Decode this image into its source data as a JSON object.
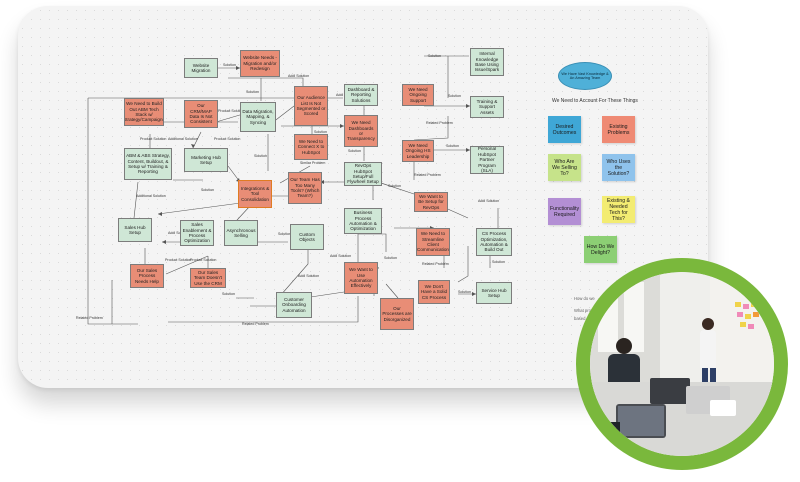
{
  "colors": {
    "green_node": "#cfe7d6",
    "red_node": "#e88d76",
    "ring": "#7ab83c",
    "cloud": "#4fb0d8"
  },
  "nodes": [
    {
      "id": "website_migration",
      "text": "Website Migration",
      "kind": "green"
    },
    {
      "id": "website_needs",
      "text": "Website Needs - Migration and/or Redesign",
      "kind": "red"
    },
    {
      "id": "we_need_build_abm",
      "text": "We Need to Build Out ABM Tech Stack w/ Strategy/Campaigns",
      "kind": "red"
    },
    {
      "id": "crm_map_data",
      "text": "Our CRM/MAP Data Is Not Consistent",
      "kind": "red"
    },
    {
      "id": "data_migration",
      "text": "Data Migration, Mapping, & Syncing",
      "kind": "green"
    },
    {
      "id": "audience_list",
      "text": "Our Audience List Is Not Segmented or Scored",
      "kind": "red"
    },
    {
      "id": "dashboard_reporting",
      "text": "Dashboard & Reporting Solutions",
      "kind": "green"
    },
    {
      "id": "ongoing_support",
      "text": "We Need Ongoing Support",
      "kind": "red"
    },
    {
      "id": "internal_knowledge",
      "text": "Internal Knowledge Base Using Issue/Spark",
      "kind": "green"
    },
    {
      "id": "need_dashboards",
      "text": "We Need Dashboards or Transparency",
      "kind": "red"
    },
    {
      "id": "training_assets",
      "text": "Training & Support Assets",
      "kind": "green"
    },
    {
      "id": "abm_abs",
      "text": "ABM & ABS Strategy, Content, Buildout, & Setup w/ Training & Reporting",
      "kind": "green"
    },
    {
      "id": "marketing_hub",
      "text": "Marketing Hub Setup",
      "kind": "green"
    },
    {
      "id": "connect_hubspot",
      "text": "We Need to Connect X to HubSpot",
      "kind": "red"
    },
    {
      "id": "ongoing_hs",
      "text": "We Need Ongoing HS Leadership",
      "kind": "red"
    },
    {
      "id": "personal_hubspot",
      "text": "Personal HubSpot Partner Program (SLA)",
      "kind": "green"
    },
    {
      "id": "revops_flywheel",
      "text": "RevOps HubSpot Setup/Full Flywheel Setup",
      "kind": "green"
    },
    {
      "id": "integrations",
      "text": "Integrations & Tool Consolidation",
      "kind": "red",
      "hl": true
    },
    {
      "id": "too_many_tools",
      "text": "Our Team Has Too Many Tools? (Which Team?)",
      "kind": "red"
    },
    {
      "id": "want_revops",
      "text": "We Want to Be Setup for RevOps",
      "kind": "red"
    },
    {
      "id": "business_process",
      "text": "Business Process Automation & Optimization",
      "kind": "green"
    },
    {
      "id": "sales_hub",
      "text": "Sales Hub Setup",
      "kind": "green"
    },
    {
      "id": "sales_enablement",
      "text": "Sales Enablement & Process Optimization",
      "kind": "green"
    },
    {
      "id": "async_selling",
      "text": "Asynchronous Selling",
      "kind": "green"
    },
    {
      "id": "custom_objects",
      "text": "Custom Objects",
      "kind": "green"
    },
    {
      "id": "streamline_client",
      "text": "We Need to Streamline Client Communication",
      "kind": "red"
    },
    {
      "id": "cs_process",
      "text": "CS Process Optimization, Automation & Build Out",
      "kind": "green"
    },
    {
      "id": "sales_process_help",
      "text": "Our Sales Process Needs Help",
      "kind": "red"
    },
    {
      "id": "sales_team_crm",
      "text": "Our Sales Team Doesn't Use the CRM",
      "kind": "red"
    },
    {
      "id": "use_automation",
      "text": "We Want to Use Automation Effectively",
      "kind": "red"
    },
    {
      "id": "solid_cs",
      "text": "We Don't Have a Solid CS Process",
      "kind": "red"
    },
    {
      "id": "service_hub",
      "text": "Service Hub Setup",
      "kind": "green"
    },
    {
      "id": "customer_onboarding",
      "text": "Customer Onboarding Automation",
      "kind": "green"
    },
    {
      "id": "processes_disorganized",
      "text": "Our Processes are Disorganized",
      "kind": "red"
    }
  ],
  "wire_labels": {
    "solution": "Solution",
    "product_solution": "Product Solution",
    "addl_solution": "Addl Solution",
    "additional_solution": "Additional Solution",
    "related_problem": "Related Problem",
    "similar_problem": "Similar Problem",
    "related_problem_cap": "Related Problem"
  },
  "panel": {
    "cloud_text": "We Have Vast Knowledge & An Amazing Team",
    "heading": "We Need to Account For These Things",
    "stickies": [
      {
        "text": "Desired Outcomes",
        "color": "#3fa7d6"
      },
      {
        "text": "Existing Problems",
        "color": "#ef8a74"
      },
      {
        "text": "Who Are We Selling To?",
        "color": "#c6e38a"
      },
      {
        "text": "Who Uses the Solution?",
        "color": "#8fc3ec"
      },
      {
        "text": "Functionality Required",
        "color": "#b38fd4"
      },
      {
        "text": "Existing & Needed Tech for This?",
        "color": "#f3ec72"
      },
      {
        "text": "How Do We Delight?",
        "color": "#8ccf74"
      }
    ],
    "note1": "How do we",
    "note2": "What pro",
    "note3": "based"
  }
}
